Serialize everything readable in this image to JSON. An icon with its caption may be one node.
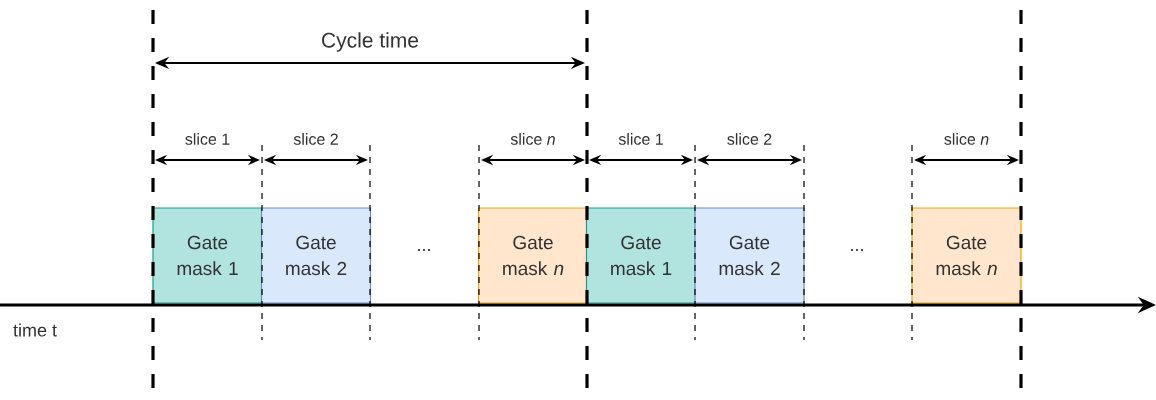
{
  "diagram": {
    "nodes": [
      {
        "text": [
          "Gate mask 1"
        ]
      },
      {
        "text": [
          "Gate mask 2"
        ]
      },
      {
        "text": [
          "Gate mask *n*"
        ]
      },
      {
        "text": [
          "Gate mask 1"
        ]
      },
      {
        "text": [
          "Gate mask 2"
        ]
      },
      {
        "text": [
          "Gate mask *n*"
        ]
      }
    ],
    "labels": [
      "Cycle time",
      "slice 1",
      "slice 2",
      "slice *n*",
      "slice 1",
      "slice 2",
      "slice *n*",
      "...",
      "...",
      "time t"
    ]
  }
}
